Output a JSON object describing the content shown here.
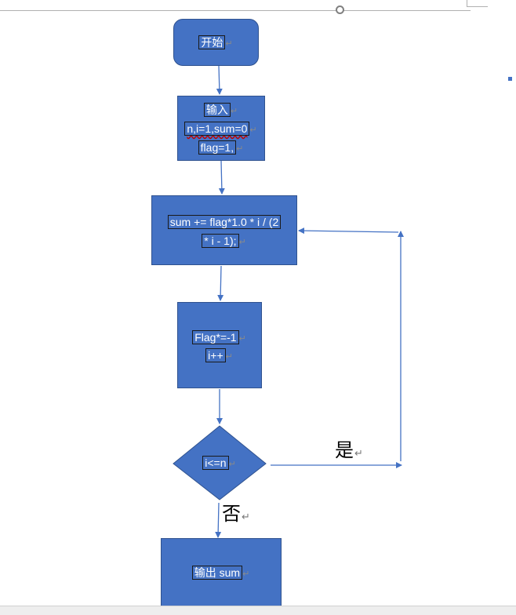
{
  "nodes": {
    "start": {
      "text": "开始"
    },
    "input": {
      "line1": "输入",
      "line2": "n,i=1,sum=0",
      "line3": "flag=1,"
    },
    "compute": {
      "line1": "sum += flag*1.0 * i / (2",
      "line2": "* i - 1);"
    },
    "update": {
      "line1": "Flag*=-1",
      "line2": "i++"
    },
    "decision": {
      "text": "i<=n"
    },
    "output": {
      "text": "输出 sum"
    }
  },
  "edges": {
    "yes_label": "是",
    "no_label": "否"
  },
  "glyphs": {
    "paragraph_mark": "↵"
  },
  "colors": {
    "shape_fill": "#4472c4",
    "shape_border": "#2f528f",
    "connector": "#4472c4"
  }
}
